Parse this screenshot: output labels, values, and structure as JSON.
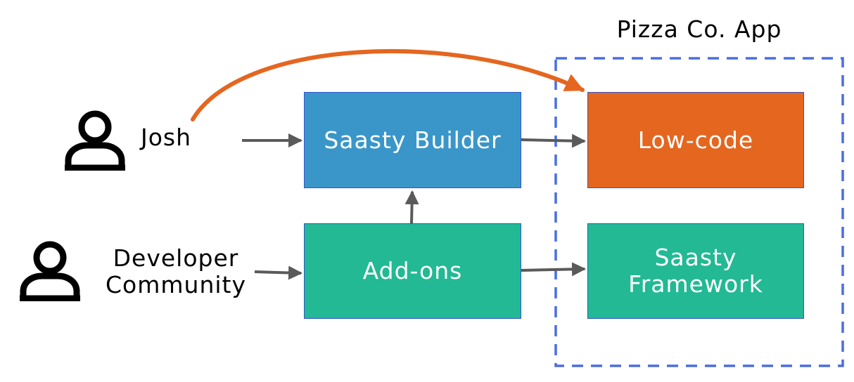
{
  "group": {
    "title": "Pizza Co. App",
    "border_color": "#4a6ee0"
  },
  "actors": {
    "josh": {
      "label": "Josh",
      "icon": "person-icon"
    },
    "developers": {
      "label": "Developer\nCommunity",
      "icon": "person-icon"
    }
  },
  "boxes": {
    "builder": {
      "label": "Saasty Builder",
      "color": "#3a96c8"
    },
    "addons": {
      "label": "Add-ons",
      "color": "#22b994"
    },
    "lowcode": {
      "label": "Low-code",
      "color": "#e5661f"
    },
    "framework": {
      "label": "Saasty\nFramework",
      "color": "#22b994"
    }
  },
  "connectors": {
    "arrow_color": "#5a5a5a",
    "highlight_color": "#e5661f"
  }
}
